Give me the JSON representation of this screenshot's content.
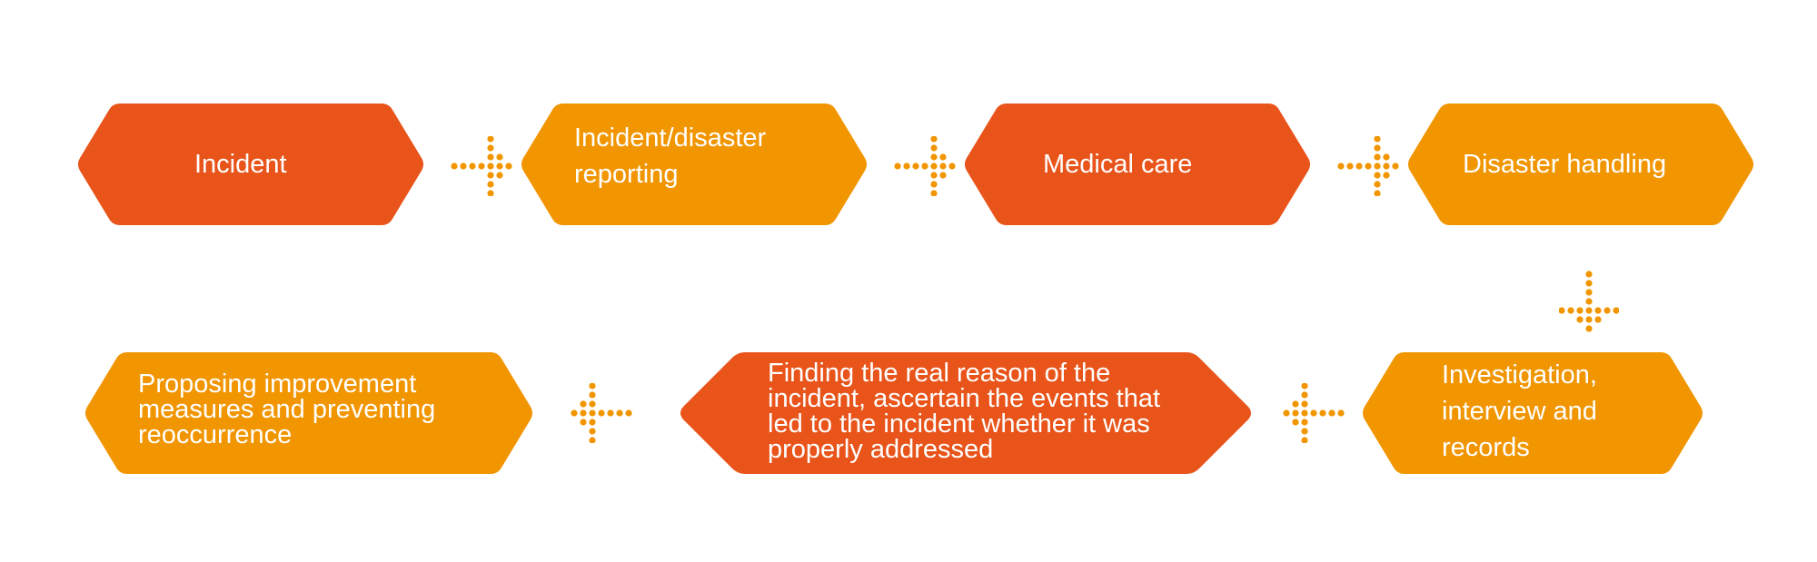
{
  "colors": {
    "red_orange": "#E8541A",
    "amber": "#F19500",
    "dots": "#F19500"
  },
  "flow": {
    "steps": [
      {
        "label": "Incident",
        "color": "red_orange"
      },
      {
        "label": "Incident/disaster\nreporting",
        "color": "amber"
      },
      {
        "label": "Medical care",
        "color": "red_orange"
      },
      {
        "label": "Disaster handling",
        "color": "amber"
      },
      {
        "label": "Investigation,\ninterview and\nrecords",
        "color": "amber"
      },
      {
        "label": "Finding the real reason of the\nincident, ascertain the events that\nled to the incident whether it was\nproperly addressed",
        "color": "red_orange"
      },
      {
        "label": "Proposing improvement\nmeasures and preventing\nreoccurrence",
        "color": "amber"
      }
    ],
    "arrows": [
      {
        "from": 1,
        "to": 2,
        "direction": "right"
      },
      {
        "from": 2,
        "to": 3,
        "direction": "right"
      },
      {
        "from": 3,
        "to": 4,
        "direction": "right"
      },
      {
        "from": 4,
        "to": 5,
        "direction": "down"
      },
      {
        "from": 5,
        "to": 6,
        "direction": "left"
      },
      {
        "from": 6,
        "to": 7,
        "direction": "left"
      }
    ]
  }
}
